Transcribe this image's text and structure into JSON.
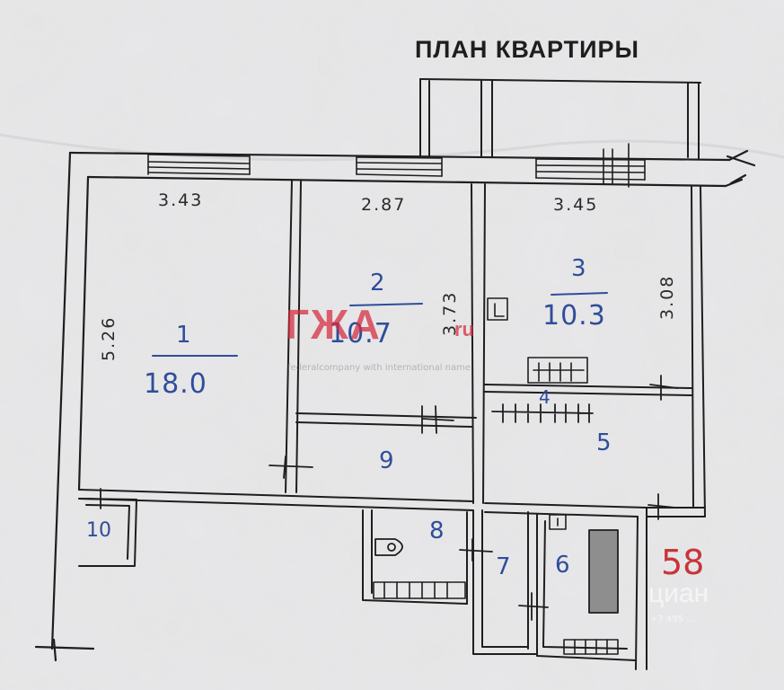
{
  "title": "ПЛАН КВАРТИРЫ",
  "dimensions": {
    "room1_width": "3.43",
    "room2_width": "2.87",
    "room3_width": "3.45",
    "room1_length": "5.26",
    "room2_length": "3.73",
    "room3_length": "3.08"
  },
  "rooms": [
    {
      "number": "1",
      "area": "18.0"
    },
    {
      "number": "2",
      "area": "10.7"
    },
    {
      "number": "3",
      "area": "10.3"
    },
    {
      "number": "4"
    },
    {
      "number": "5"
    },
    {
      "number": "6"
    },
    {
      "number": "7"
    },
    {
      "number": "8"
    },
    {
      "number": "9"
    },
    {
      "number": "10"
    }
  ],
  "handwritten_number": "58",
  "watermark": {
    "main": "ГЖА",
    "suffix": "ru",
    "sub": "federalcompany with international name"
  },
  "cian_watermark": {
    "main": "циан",
    "sub": "+7 495 ..."
  },
  "colors": {
    "ink": "#1e1e1e",
    "blue_ink": "#2f4d9a",
    "red_ink": "#c8343a",
    "paper": "#e4e4e6"
  }
}
